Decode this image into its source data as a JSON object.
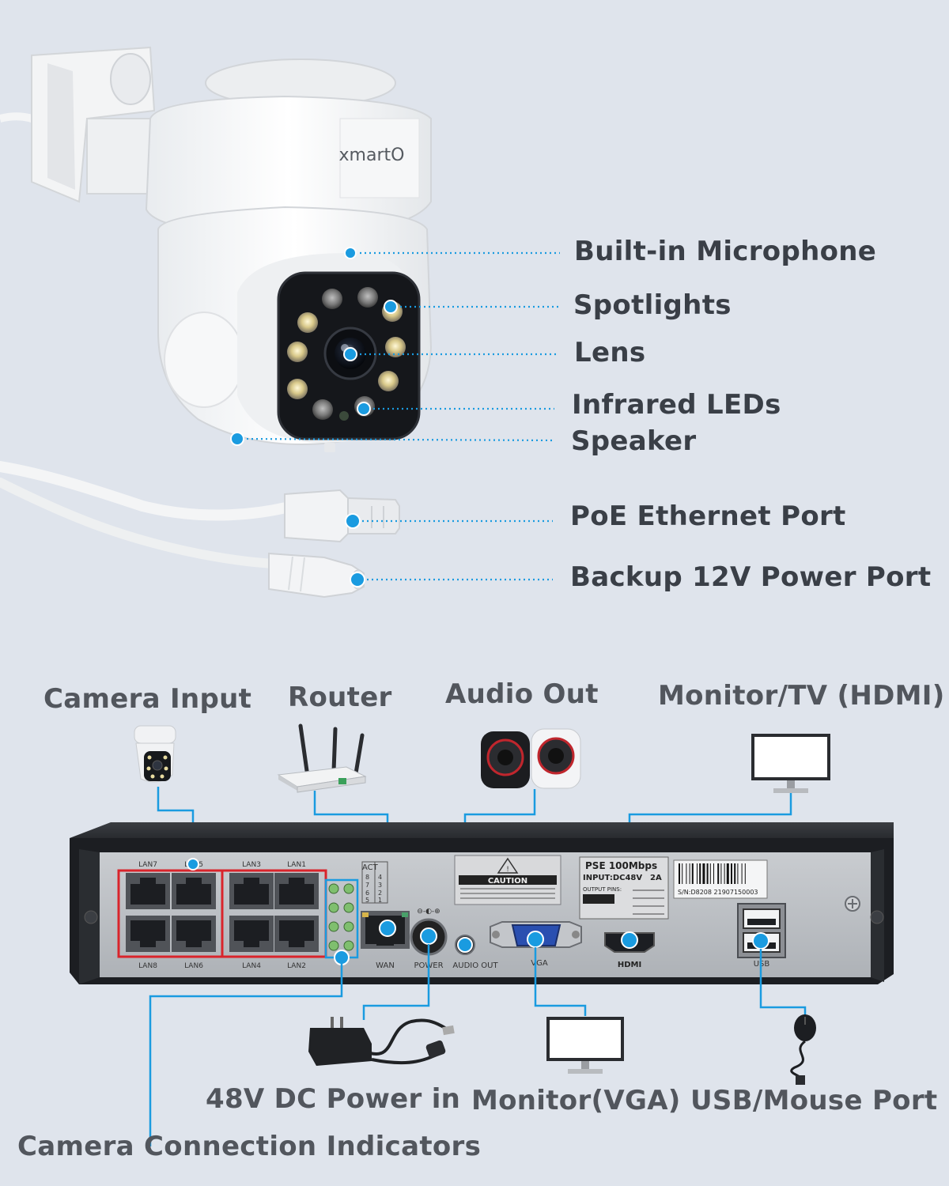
{
  "camera": {
    "brand": "xmartO",
    "callouts": [
      {
        "id": "microphone",
        "label": "Built-in Microphone"
      },
      {
        "id": "spotlights",
        "label": "Spotlights"
      },
      {
        "id": "lens",
        "label": "Lens"
      },
      {
        "id": "infrared",
        "label": "Infrared LEDs"
      },
      {
        "id": "speaker",
        "label": "Speaker"
      },
      {
        "id": "poe",
        "label": "PoE Ethernet Port"
      },
      {
        "id": "power12v",
        "label": "Backup 12V Power Port"
      }
    ]
  },
  "nvr": {
    "labels": {
      "camera_input": "Camera Input",
      "router": "Router",
      "audio_out": "Audio Out",
      "monitor_hdmi": "Monitor/TV (HDMI)",
      "power_in": "48V DC Power in",
      "monitor_vga": "Monitor(VGA)",
      "usb_mouse": "USB/Mouse Port",
      "indicators": "Camera Connection Indicators"
    },
    "panel": {
      "lan_top": [
        "LAN7",
        "LAN5",
        "LAN3",
        "LAN1"
      ],
      "lan_bottom": [
        "LAN8",
        "LAN6",
        "LAN4",
        "LAN2"
      ],
      "wan": "WAN",
      "power": "POWER",
      "audio_out": "AUDIO OUT",
      "vga": "VGA",
      "hdmi": "HDMI",
      "usb": "USB",
      "caution": "CAUTION",
      "pse": "PSE 100Mbps",
      "input": "INPUT:DC48V",
      "amps": "2A",
      "output_pins": "OUTPUT PINS:",
      "serial": "S/N:D8208 21907150003",
      "act": "ACT"
    }
  },
  "colors": {
    "accent": "#1a9be0",
    "highlight_red": "#d9242b",
    "background": "#dfe4ec"
  }
}
